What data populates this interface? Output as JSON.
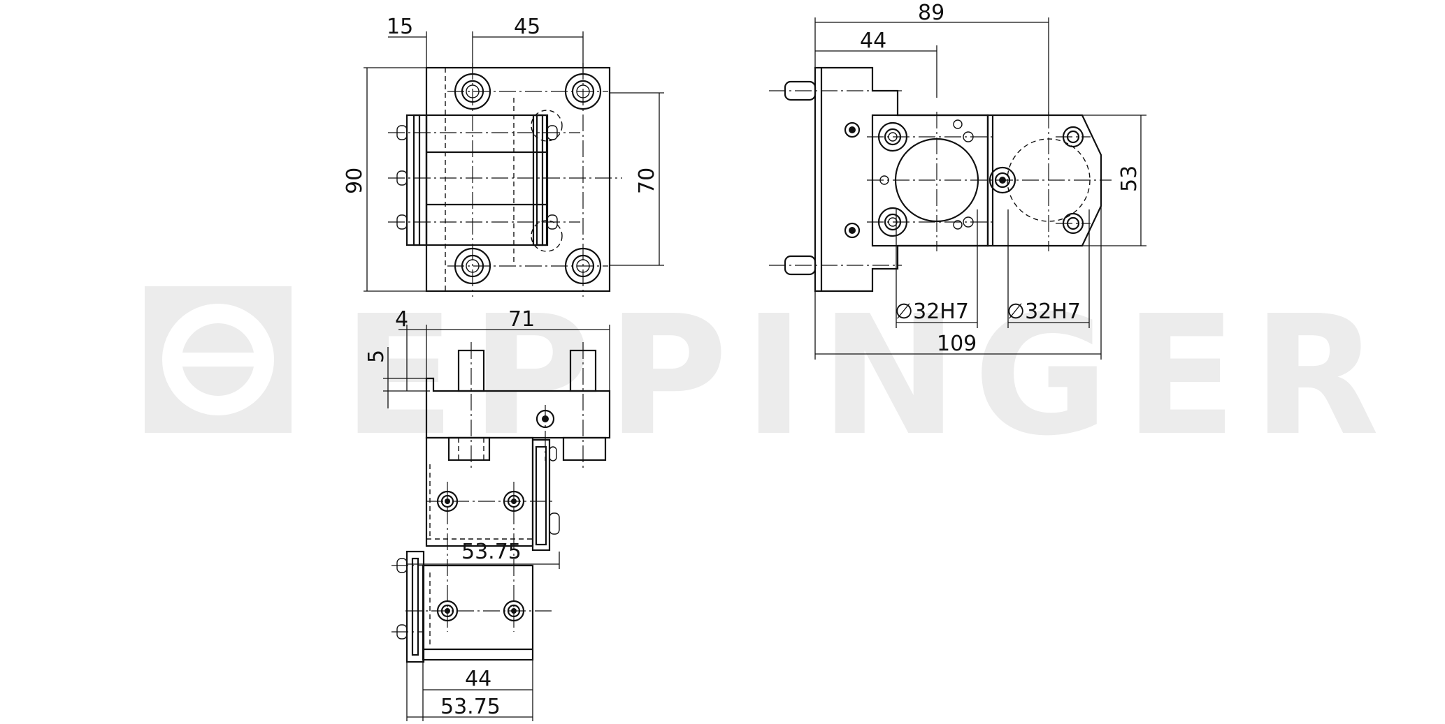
{
  "watermark": {
    "text": "EPPINGER",
    "color": "#ececec"
  },
  "colors": {
    "line": "#111111",
    "background": "#ffffff"
  },
  "dimensions": {
    "front_view": {
      "top_left_offset": "15",
      "hole_spacing": "45",
      "height": "90",
      "inner_height": "70"
    },
    "side_view": {
      "overall_width": "89",
      "hole_offset": "44",
      "height": "53",
      "bore_left": "∅32H7",
      "bore_right": "∅32H7",
      "total_length": "109"
    },
    "top_view": {
      "left_offset": "4",
      "width": "71",
      "pin_height": "5",
      "mid_width": "53.75",
      "bottom_inner": "44",
      "bottom_outer": "53.75"
    }
  }
}
